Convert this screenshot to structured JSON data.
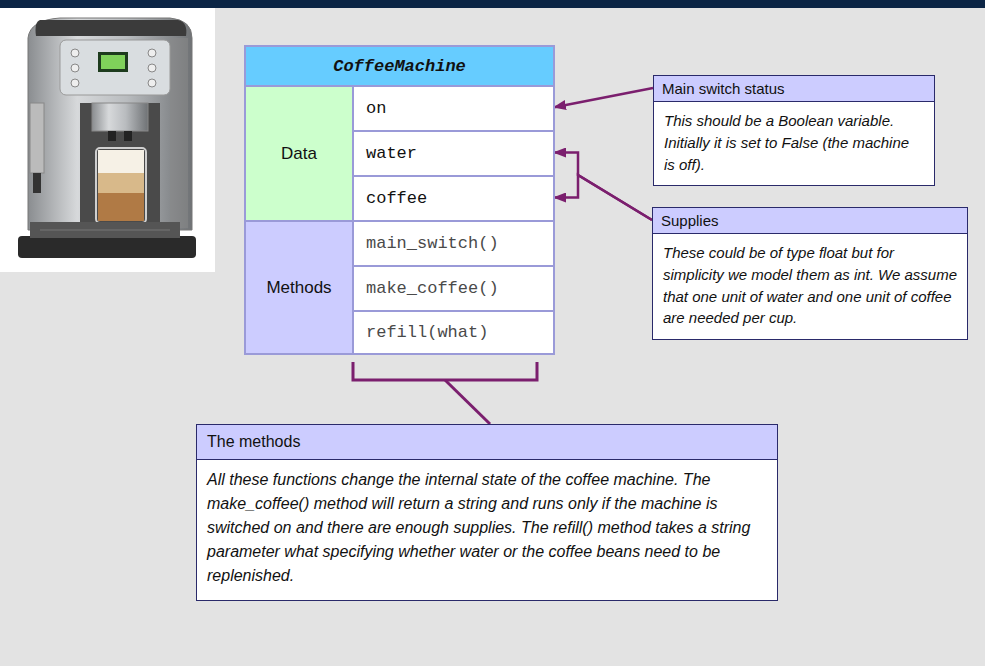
{
  "diagram": {
    "nodes": [
      {
        "text": [
          "CoffeeMachine"
        ]
      },
      {
        "text": [
          "Data"
        ],
        "in": 0
      },
      {
        "text": [
          "on"
        ],
        "in": 0
      },
      {
        "text": [
          "water"
        ],
        "in": 0
      },
      {
        "text": [
          "coffee"
        ],
        "in": 0
      },
      {
        "text": [
          "Methods"
        ],
        "in": 0
      },
      {
        "text": [
          "main_switch()"
        ],
        "in": 0
      },
      {
        "text": [
          "make_coffee()"
        ],
        "in": 0
      },
      {
        "text": [
          "refill(what)"
        ],
        "in": 0
      },
      {
        "text": [
          "Main switch status",
          "This should be a Boolean variable. Initially it is set to False (the machine is off)."
        ]
      },
      {
        "text": [
          "Supplies",
          "These could be of type float but for simplicity we model them as int. We assume that one unit of water and one unit of coffee are needed per cup."
        ]
      },
      {
        "text": [
          "The methods",
          "All these functions change the internal state of the coffee machine. The make_coffee() method will return a string and runs only if the machine is switched on and there are enough supplies. The refill() method takes a string parameter what specifying whether water or the coffee beans need to be replenished."
        ]
      }
    ],
    "edges": [
      {
        "from": 9,
        "to": 2,
        "arrow": "to"
      },
      {
        "from": 10,
        "to": 3,
        "arrow": "to"
      },
      {
        "from": 10,
        "to": 4,
        "arrow": "to"
      }
    ]
  }
}
